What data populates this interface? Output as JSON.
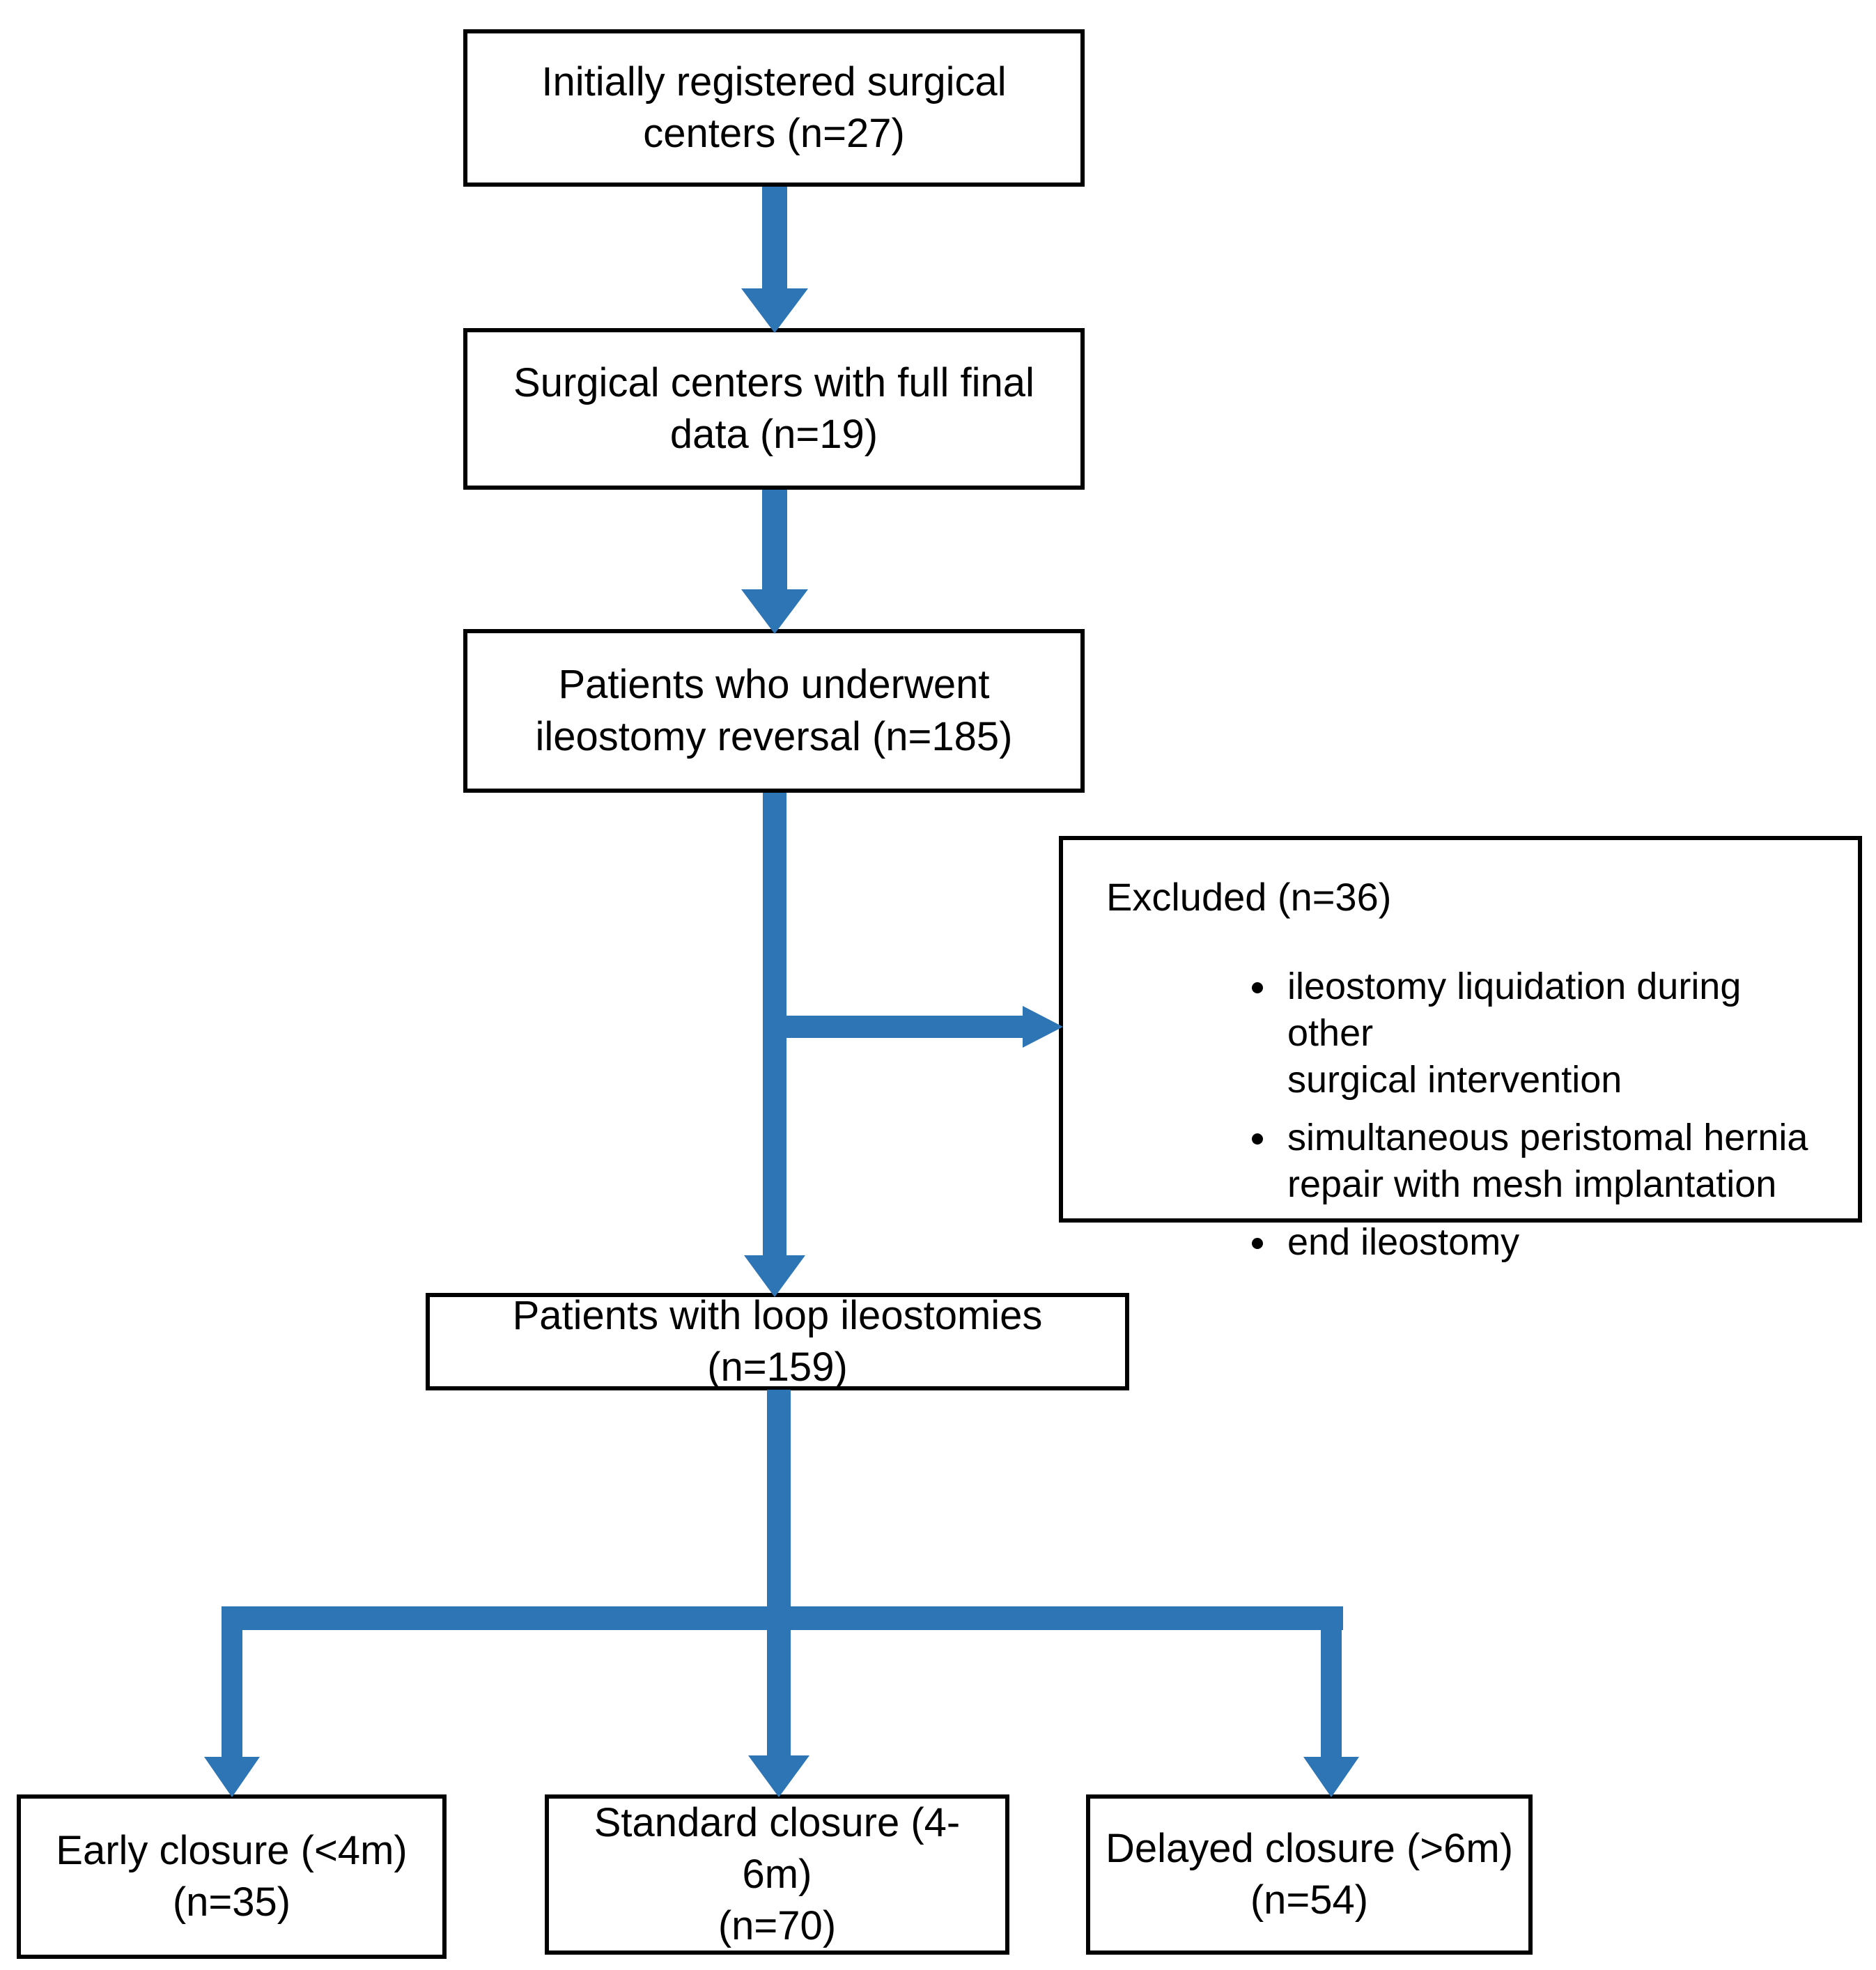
{
  "colors": {
    "background": "#FFFFFF",
    "box_fill": "#FFFFFF",
    "box_border": "#000000",
    "text": "#000000",
    "arrow": "#2E75B6"
  },
  "flowchart": {
    "boxes": {
      "registered_centers": {
        "label": "Initially registered surgical\ncenters (n=27)"
      },
      "final_data_centers": {
        "label": "Surgical centers with full final\ndata (n=19)"
      },
      "ileostomy_reversal": {
        "label": "Patients who underwent\nileostomy reversal (n=185)"
      },
      "loop_ileostomies": {
        "label": "Patients with loop ileostomies (n=159)"
      },
      "early_closure": {
        "label": "Early closure (<4m)\n(n=35)"
      },
      "standard_closure": {
        "label": "Standard closure (4-6m)\n(n=70)"
      },
      "delayed_closure": {
        "label": "Delayed closure (>6m)\n(n=54)"
      }
    },
    "excluded": {
      "title": "Excluded (n=36)",
      "items": [
        "ileostomy liquidation during other\nsurgical intervention",
        "simultaneous peristomal hernia\nrepair with mesh implantation",
        "end ileostomy"
      ]
    }
  }
}
